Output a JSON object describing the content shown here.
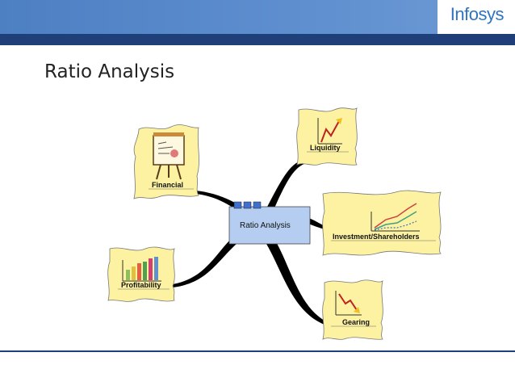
{
  "header": {
    "logo": "Infosys"
  },
  "slide": {
    "title": "Ratio Analysis"
  },
  "diagram": {
    "center": "Ratio Analysis",
    "branches": {
      "financial": "Financial",
      "profitability": "Profitability",
      "liquidity": "Liquidity",
      "investment": "Investment/Shareholders",
      "gearing": "Gearing"
    }
  },
  "colors": {
    "banner": "#5f8fcf",
    "banner_strip": "#1f3f78",
    "node_fill": "#fdf2a2",
    "center_fill": "#b4cdf0",
    "logo": "#2f74c0"
  }
}
